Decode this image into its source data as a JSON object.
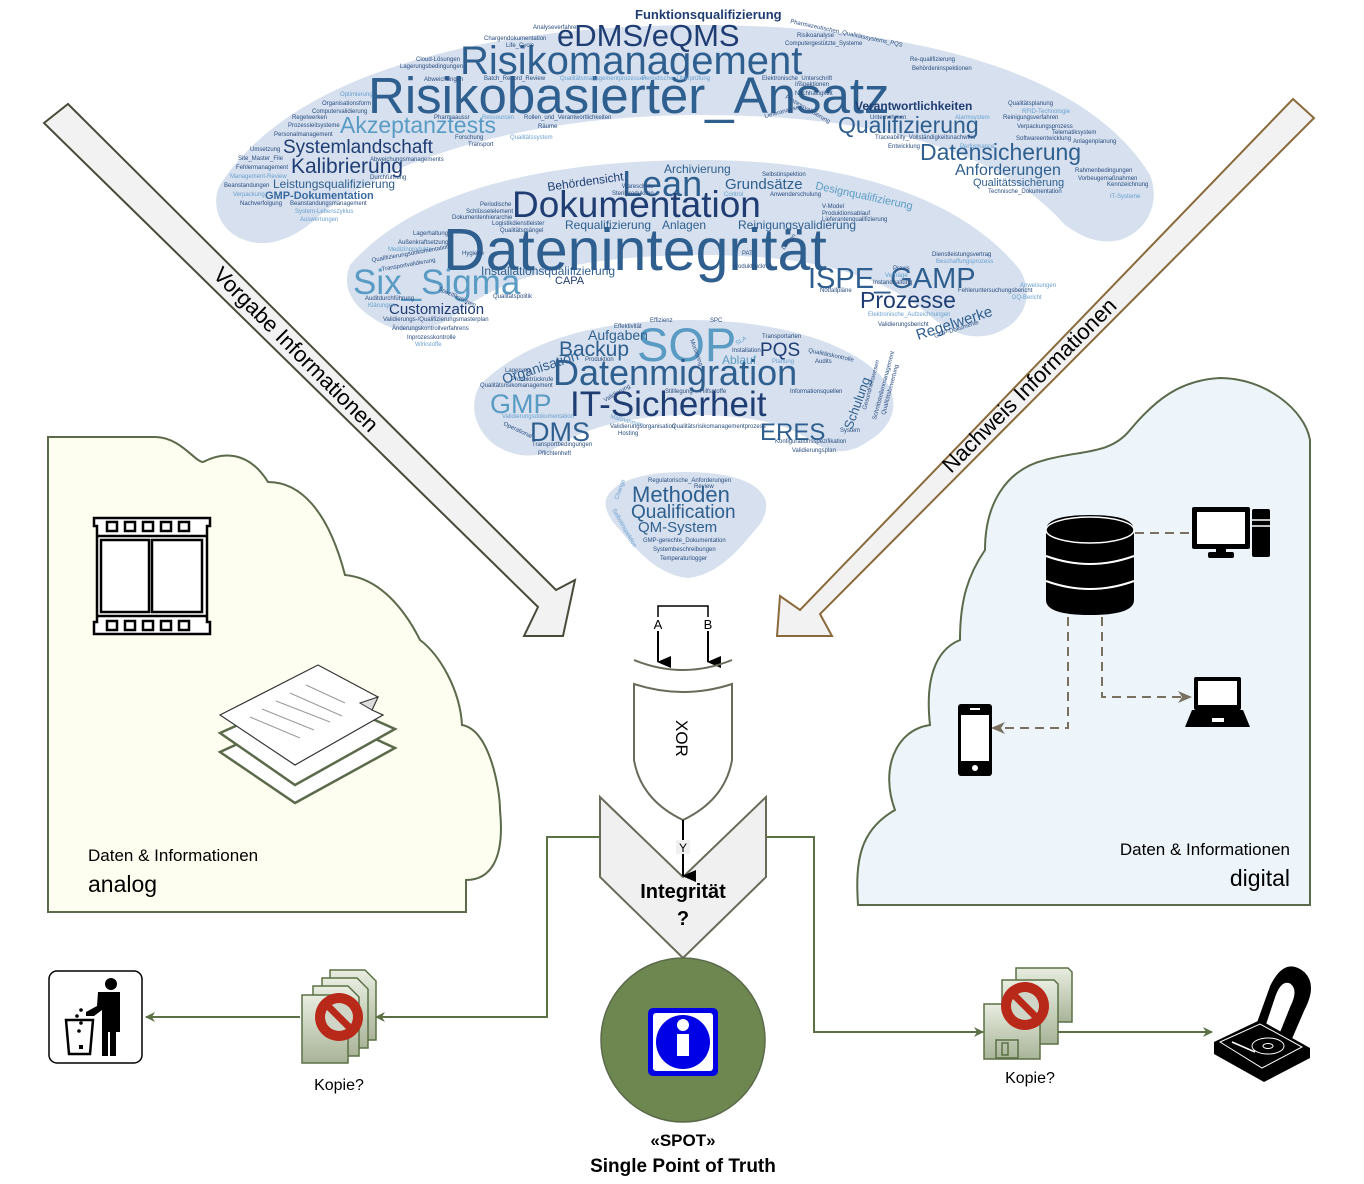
{
  "colors": {
    "cloud_band_fill": "#d6e0ee",
    "word_dark": "#1f3d73",
    "word_mid": "#2f5f8f",
    "word_light": "#5a9bc4",
    "arrow_fill": "#f2f2f2",
    "arrow_stroke_left": "#4a4a3a",
    "arrow_stroke_right": "#8a6a3a",
    "analog_cloud_fill": "#fdfdf0",
    "digital_cloud_fill": "#edf5fa",
    "cloud_stroke": "#5a6a4a",
    "connector_green": "#5b7045",
    "spot_circle_fill": "#6e8750",
    "info_blue": "#0000e6",
    "prohibit_red": "#b8291a",
    "gate_fill": "#f0f0f0",
    "gate_stroke": "#6a6a5a"
  },
  "wordcloud": {
    "band1": {
      "big": [
        "Risikobasierter_Ansatz",
        "Risikomanagement",
        "eDMS/eQMS"
      ],
      "medium": [
        "Funktionsqualifizierung",
        "Akzeptanztests",
        "Qualifizierung",
        "Systemlandschaft",
        "Kalibrierung",
        "Datensicherung",
        "Anforderungen",
        "Verantwortlichkeiten",
        "Leistungsqualifizierung",
        "GMP-Dokumentation",
        "Qualitätssicherung"
      ],
      "small": [
        "Analyseverfahren",
        "Chargendokumentation",
        "Life_Cycle",
        "Cloud-Lösungen",
        "Lagerungsbedingungen",
        "Abweichungen",
        "Batch_Record_Review",
        "Qualitätsmanagementprozessen",
        "Periodische_Überprüfung",
        "Optimierung",
        "Organisationsform",
        "Computervalidierung",
        "Regelwerken",
        "Prozessleitsysteme",
        "Personalmanagement",
        "Pharmaaussr",
        "Ressourcen",
        "Rollen_und_Verantwortlichkeiten",
        "Räume",
        "Forschung",
        "Qualitätssystem",
        "Transport",
        "Umsetzung",
        "Site_Master_File",
        "Abweichungsmanagements",
        "Fehlermanagement",
        "Management-Review",
        "Durchführung",
        "Beanstandungen",
        "Verpackung",
        "Nachverfolgung",
        "Beanstandungsmanagement",
        "System-Lebenszyklus",
        "Auswertungen",
        "Pharmazeutischen_Qualitätssystems_PQS",
        "Risikoanalyse",
        "Computergestützte_Systeme",
        "Re-qualifizierung",
        "Behördeninspektionen",
        "Elektronische_Unterschrift",
        "Inspektionen",
        "Nachhaltigkeit",
        "Lieferanalyse",
        "Prozessvalidierung",
        "Qualitätsplanung",
        "RFID-Technologie",
        "Unternehmen",
        "Alarmsystem",
        "Reinigungsverfahren",
        "Verpackungsprozess",
        "Telematiksystem",
        "Traceability_Vollständigkeitsnachweis",
        "Softwareentwicklung",
        "Anlagenplanung",
        "Entwicklung",
        "Performance",
        "Rahmenbedingungen",
        "Vorbeugemaßnahmen",
        "Kennzeichnung",
        "Technische_Dokumentation",
        "IT-Systeme"
      ]
    },
    "band2": {
      "big": [
        "Datenintegrität",
        "Dokumentation",
        "Lean",
        "Six_Sigma",
        "ISPE_GAMP",
        "Prozesse"
      ],
      "medium": [
        "Archivierung",
        "Grundsätze",
        "Behördensicht",
        "Designqualifizierung",
        "Requalifizierung",
        "Anlagen",
        "Reinigungsvalidierung",
        "Installationsqualifizierung",
        "CAPA",
        "Customization",
        "Regelwerke"
      ],
      "small": [
        "Selbstinspektion",
        "Wareschutz",
        "Sterilproduktion",
        "Periodische",
        "Schlüsselelement",
        "Dokumentenhierarchie",
        "Logistikdienstleister",
        "Qualitätsmängel",
        "Lagerhaltung",
        "Außenkraftsetzung",
        "Medizinprodukte",
        "Qualifizierungsdokumentation",
        "Transportvalidierung",
        "Hygiene",
        "Spezifikationen",
        "Auditdurchführung",
        "Klärungen",
        "Qualitätspolitik",
        "Validierungs-/Qualifizierungsmasterplan",
        "Änderungskontrollverfahrens",
        "Inprozesskontrolle",
        "Wirkstoffe",
        "Control",
        "Anwenderschulung",
        "V-Model",
        "Produktionsablauf",
        "Lieferantenqualifizierung",
        "PAT",
        "Produktrückruf",
        "Design",
        "Dienstleistungsvertrag",
        "Beschaffungsprozess",
        "Praxis",
        "Verträge",
        "Instandhaltung",
        "Notfallpläne",
        "Fehleruntersuchungsbericht",
        "DQ-Bericht",
        "Anweisungen",
        "Elektronische_Aufzeichnungen",
        "Validierungsbericht",
        "GMP-Dokumente"
      ]
    },
    "band3": {
      "big": [
        "SOP",
        "Datenmigration",
        "IT-Sicherheit",
        "GMP",
        "DMS",
        "ERES",
        "Backup",
        "PQS"
      ],
      "medium": [
        "Aufgaben",
        "Organisation",
        "Ablauf",
        "Schulung"
      ],
      "small": [
        "Effektivität",
        "Effizienz",
        "SPC",
        "Monitoring",
        "SLA",
        "Transportarten",
        "Installation",
        "Planung",
        "Audits",
        "Qualitätskontrolle",
        "Produktion",
        "Lagerung",
        "Produktrückrufe",
        "Qualitätsrisikomanagement",
        "Stilllegung",
        "Hilfsstoffe",
        "Informationsquellen",
        "Validierung",
        "Validierungsdokumentation",
        "Maßnahmen",
        "Validierungsorganisation",
        "Qualitätsrisikomanagementprozess",
        "Hosting",
        "Operational",
        "Transportbedingungen",
        "Pflichtenheft",
        "Konfigurationsspezifikation",
        "Validierungsplan",
        "System",
        "Gesundheitswesen",
        "Schnittstellenmanagement",
        "Qualitätsbewertung"
      ]
    },
    "band4": {
      "big": [
        "Methoden",
        "Qualification",
        "QM-System"
      ],
      "small": [
        "Regulatorische_Anforderungen",
        "Review",
        "Change",
        "Selbstinspektion",
        "GMP-gerechte_Dokumentation",
        "Systembeschreibungen",
        "Temperaturlogger"
      ]
    }
  },
  "arrows": {
    "left_label": "Vorgabe Informationen",
    "right_label": "Nachweis Informationen"
  },
  "xor_gate": {
    "input_a": "A",
    "input_b": "B",
    "label": "XOR",
    "output": "Y"
  },
  "decision": {
    "line1": "Integrität",
    "line2": "?"
  },
  "analog_cloud": {
    "title": "Daten & Informationen",
    "subtitle": "analog",
    "icons": [
      "film-strip-icon",
      "paper-stack-icon"
    ]
  },
  "digital_cloud": {
    "title": "Daten & Informationen",
    "subtitle": "digital",
    "icons": [
      "database-icon",
      "desktop-computer-icon",
      "laptop-icon",
      "smartphone-icon"
    ]
  },
  "spot": {
    "line1": "«SPOT»",
    "line2": "Single Point of Truth",
    "icon": "info-icon"
  },
  "left_branch": {
    "copy_label": "Kopie?",
    "copy_icon": "prohibited-document-copies-icon",
    "target_icon": "trash-bin-icon"
  },
  "right_branch": {
    "copy_label": "Kopie?",
    "copy_icon": "prohibited-floppy-copies-icon",
    "target_icon": "magnet-hard-drive-icon"
  }
}
